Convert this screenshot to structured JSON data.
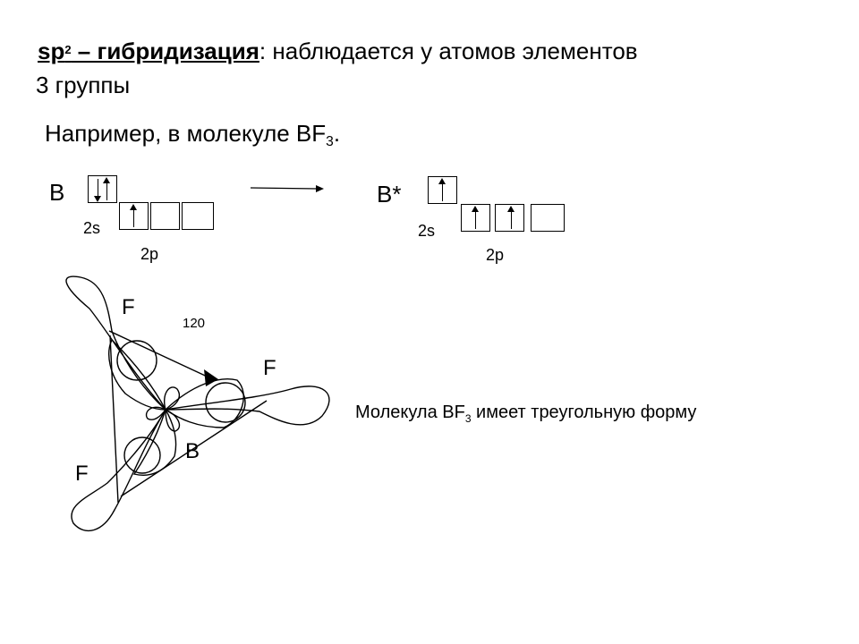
{
  "heading": {
    "sp": "sp",
    "sup": "2",
    "rest_underlined": " – гибридизация",
    "colon_text": ": наблюдается у атомов элементов",
    "line2": "3 группы"
  },
  "example": {
    "text": "Например, в молекуле BF",
    "sub": "3",
    "end": "."
  },
  "ground_state": {
    "atom": "B",
    "s_label": "2s",
    "p_label": "2p"
  },
  "excited_state": {
    "atom": "B*",
    "s_label": "2s",
    "p_label": "2p"
  },
  "molecule": {
    "angle": "120",
    "f_top": "F",
    "f_right": "F",
    "f_bottom": "F",
    "center": "B"
  },
  "caption": {
    "pre": "Молекула BF",
    "sub": "3",
    "post": " имеет треугольную форму"
  }
}
